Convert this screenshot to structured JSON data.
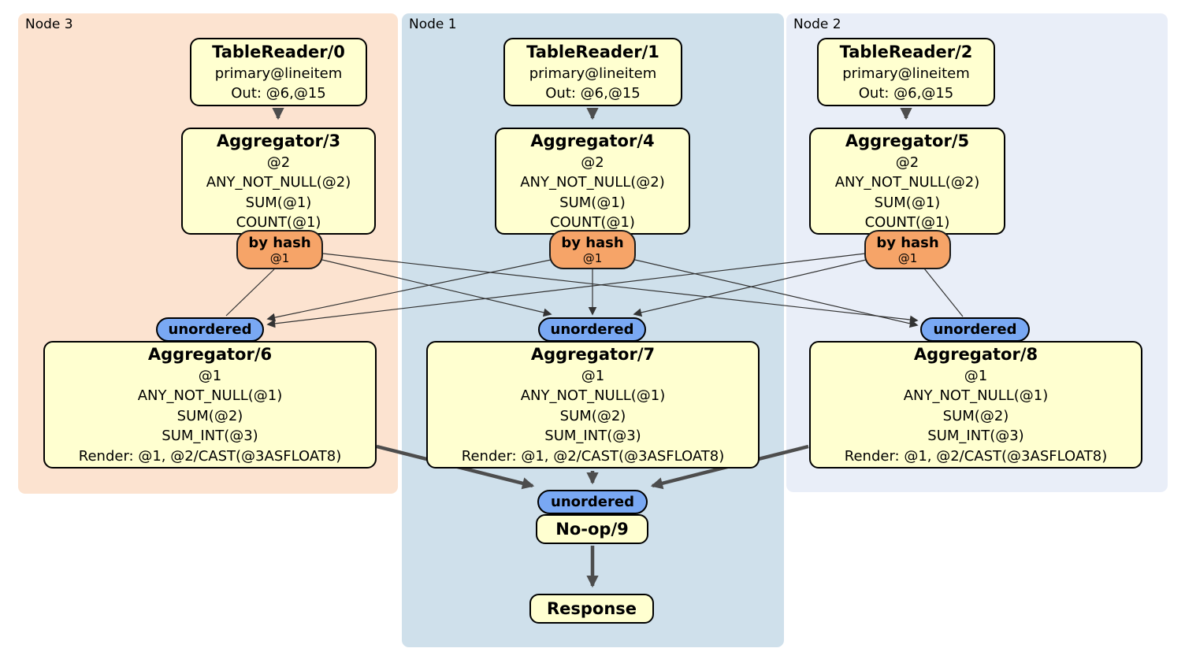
{
  "diagram": {
    "type": "distsql-plan",
    "regions": [
      {
        "label": "Node 3",
        "color": "#fce3d0"
      },
      {
        "label": "Node 1",
        "color": "#cfe0eb"
      },
      {
        "label": "Node 2",
        "color": "#e9eef8"
      }
    ],
    "router": {
      "label": "by hash",
      "detail": "@1"
    },
    "synchronizer": {
      "label": "unordered"
    },
    "processors": {
      "tr0": {
        "title": "TableReader/0",
        "lines": [
          "primary@lineitem",
          "Out: @6,@15"
        ]
      },
      "tr1": {
        "title": "TableReader/1",
        "lines": [
          "primary@lineitem",
          "Out: @6,@15"
        ]
      },
      "tr2": {
        "title": "TableReader/2",
        "lines": [
          "primary@lineitem",
          "Out: @6,@15"
        ]
      },
      "agg3": {
        "title": "Aggregator/3",
        "lines": [
          "@2",
          "ANY_NOT_NULL(@2)",
          "SUM(@1)",
          "COUNT(@1)"
        ]
      },
      "agg4": {
        "title": "Aggregator/4",
        "lines": [
          "@2",
          "ANY_NOT_NULL(@2)",
          "SUM(@1)",
          "COUNT(@1)"
        ]
      },
      "agg5": {
        "title": "Aggregator/5",
        "lines": [
          "@2",
          "ANY_NOT_NULL(@2)",
          "SUM(@1)",
          "COUNT(@1)"
        ]
      },
      "agg6": {
        "title": "Aggregator/6",
        "lines": [
          "@1",
          "ANY_NOT_NULL(@1)",
          "SUM(@2)",
          "SUM_INT(@3)",
          "Render: @1, @2/CAST(@3ASFLOAT8)"
        ]
      },
      "agg7": {
        "title": "Aggregator/7",
        "lines": [
          "@1",
          "ANY_NOT_NULL(@1)",
          "SUM(@2)",
          "SUM_INT(@3)",
          "Render: @1, @2/CAST(@3ASFLOAT8)"
        ]
      },
      "agg8": {
        "title": "Aggregator/8",
        "lines": [
          "@1",
          "ANY_NOT_NULL(@1)",
          "SUM(@2)",
          "SUM_INT(@3)",
          "Render: @1, @2/CAST(@3ASFLOAT8)"
        ]
      },
      "noop": {
        "title": "No-op/9"
      },
      "response": {
        "title": "Response"
      }
    },
    "colors": {
      "processor_fill": "#ffffd0",
      "router_fill": "#f6a468",
      "synchronizer_fill": "#79a8f3",
      "edge_thick": "#4d4d4d",
      "edge_thin": "#333333"
    }
  }
}
